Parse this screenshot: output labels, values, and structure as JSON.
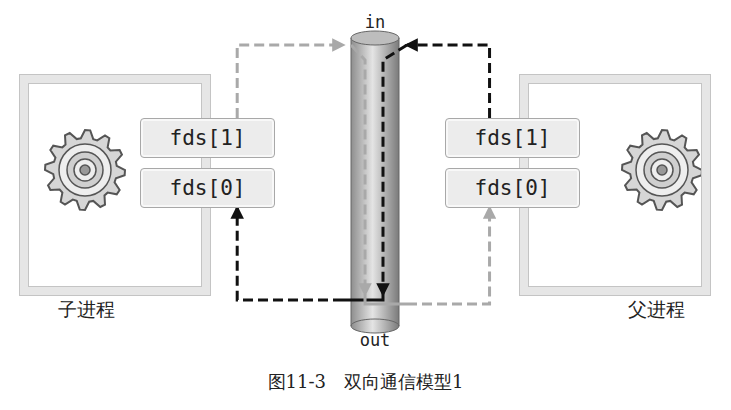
{
  "diagram": {
    "caption": "图11-3　双向通信模型1",
    "nodes": [
      {
        "text": [
          "子进程"
        ]
      },
      {
        "text": [
          "fds[1]"
        ],
        "in": 0
      },
      {
        "text": [
          "fds[0]"
        ],
        "in": 0
      },
      {
        "text": [
          "in",
          "out"
        ]
      },
      {
        "text": [
          "父进程"
        ]
      },
      {
        "text": [
          "fds[1]"
        ],
        "in": 4
      },
      {
        "text": [
          "fds[0]"
        ],
        "in": 4
      }
    ],
    "edges": [
      {
        "from": 1,
        "to": 3,
        "arrow": "to"
      },
      {
        "from": 3,
        "to": 6,
        "arrow": "to"
      },
      {
        "from": 5,
        "to": 3,
        "arrow": "to"
      },
      {
        "from": 3,
        "to": 2,
        "arrow": "to"
      }
    ]
  }
}
